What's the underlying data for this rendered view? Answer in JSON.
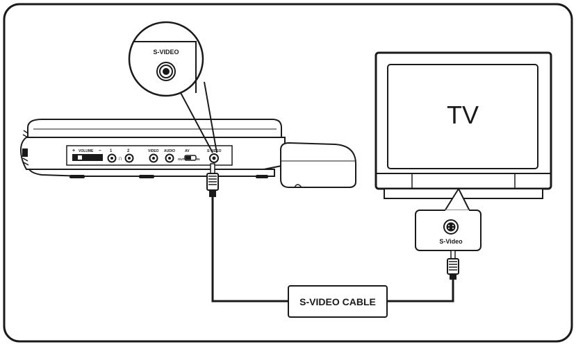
{
  "labels": {
    "zoom_jack": "S-VIDEO",
    "tv": "TV",
    "tv_input": "S-Video",
    "cable": "S-VIDEO CABLE"
  },
  "player_panel": {
    "volume_plus": "+",
    "volume": "VOLUME",
    "volume_minus": "–",
    "headphone_1": "1",
    "headphone_2": "2",
    "video": "VIDEO",
    "audio": "AUDIO",
    "av": "AV",
    "out": "OUT",
    "in": "IN",
    "s_video": "S-VIDEO"
  },
  "colors": {
    "line": "#1a1a1a",
    "fill": "#ffffff",
    "shade": "#cfcfcf",
    "dark": "#1a1a1a"
  }
}
